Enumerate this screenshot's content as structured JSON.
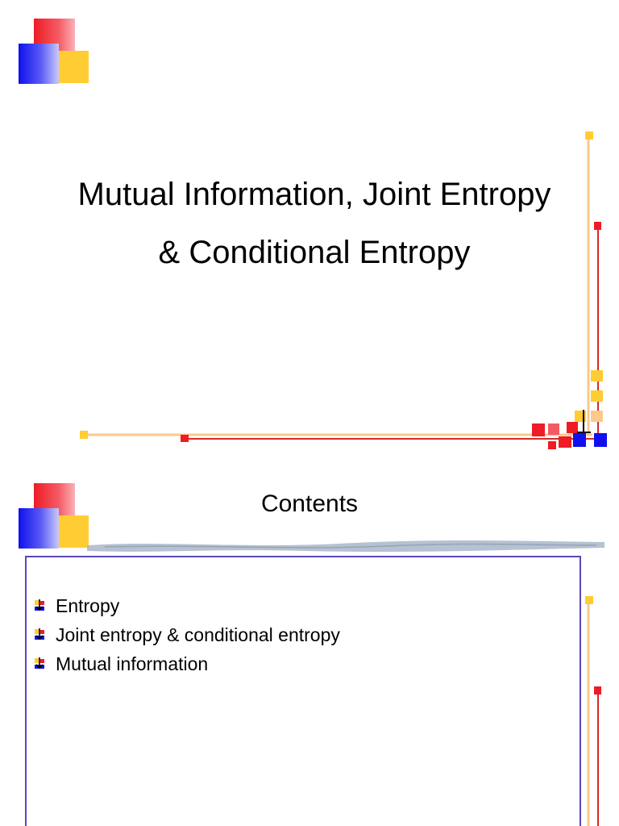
{
  "slide1": {
    "title_line1": "Mutual Information, Joint Entropy",
    "title_line2": "& Conditional Entropy"
  },
  "slide2": {
    "heading": "Contents",
    "items": [
      {
        "label": "Entropy"
      },
      {
        "label": "Joint entropy & conditional entropy"
      },
      {
        "label": "Mutual information"
      }
    ]
  },
  "colors": {
    "red": "#ee1c24",
    "blue": "#1010ee",
    "gold": "#ffcc33",
    "peach": "#fbc98a",
    "border": "#5a47b8"
  }
}
